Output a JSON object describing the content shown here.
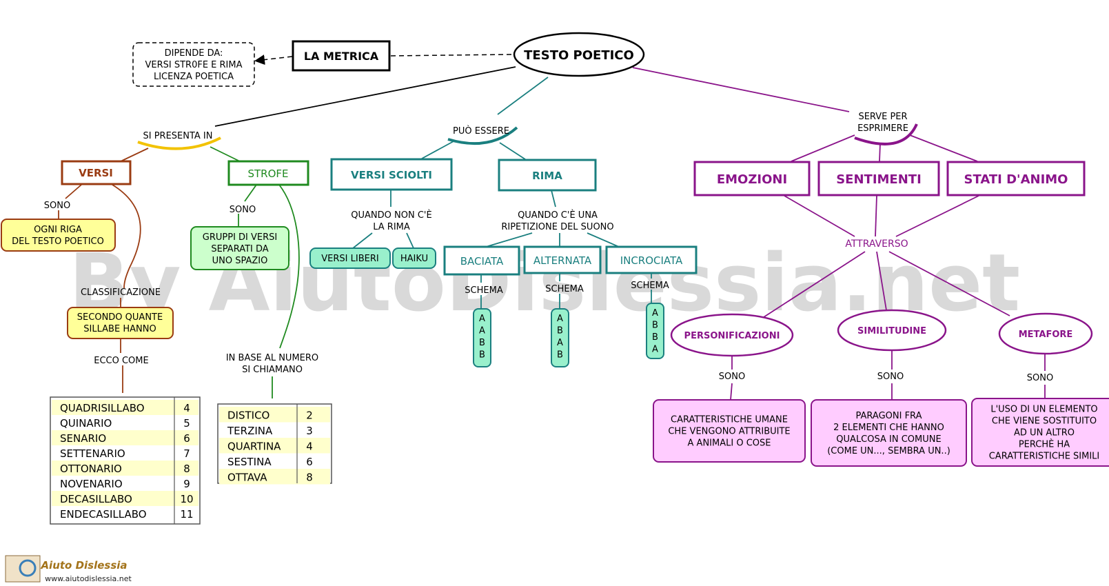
{
  "root": {
    "label": "TESTO POETICO"
  },
  "metrica": {
    "label": "LA METRICA",
    "dipende": [
      "DIPENDE DA:",
      "VERSI STR0FE E RIMA",
      "LICENZA POETICA"
    ]
  },
  "presenta": {
    "connector": "SI PRESENTA IN",
    "versi": {
      "label": "VERSI",
      "sono": "SONO",
      "def": [
        "OGNI RIGA",
        "DEL TESTO POETICO"
      ],
      "classificazione": "CLASSIFICAZIONE",
      "criterio": [
        "SECONDO QUANTE",
        "SILLABE HANNO"
      ],
      "ecco": "ECCO COME",
      "table": [
        {
          "name": "QUADRISILLABO",
          "n": "4"
        },
        {
          "name": "QUINARIO",
          "n": "5"
        },
        {
          "name": "SENARIO",
          "n": "6"
        },
        {
          "name": "SETTENARIO",
          "n": "7"
        },
        {
          "name": "OTTONARIO",
          "n": "8"
        },
        {
          "name": "NOVENARIO",
          "n": "9"
        },
        {
          "name": "DECASILLABO",
          "n": "10"
        },
        {
          "name": "ENDECASILLABO",
          "n": "11"
        }
      ]
    },
    "strofe": {
      "label": "STROFE",
      "sono": "SONO",
      "def": [
        "GRUPPI DI VERSI",
        "SEPARATI DA",
        "UNO SPAZIO"
      ],
      "base": [
        "IN BASE AL NUMERO",
        "SI CHIAMANO"
      ],
      "table": [
        {
          "name": "DISTICO",
          "n": "2"
        },
        {
          "name": "TERZINA",
          "n": "3"
        },
        {
          "name": "QUARTINA",
          "n": "4"
        },
        {
          "name": "SESTINA",
          "n": "6"
        },
        {
          "name": "OTTAVA",
          "n": "8"
        }
      ]
    }
  },
  "puo": {
    "connector": "PUÒ ESSERE",
    "sciolti": {
      "label": "VERSI SCIOLTI",
      "quando": [
        "QUANDO NON C'È",
        "LA RIMA"
      ],
      "liberi": "VERSI LIBERI",
      "haiku": "HAIKU"
    },
    "rima": {
      "label": "RIMA",
      "quando": [
        "QUANDO C'È UNA",
        "RIPETIZIONE DEL SUONO"
      ],
      "types": [
        {
          "label": "BACIATA",
          "schema": "SCHEMA",
          "letters": [
            "A",
            "A",
            "B",
            "B"
          ]
        },
        {
          "label": "ALTERNATA",
          "schema": "SCHEMA",
          "letters": [
            "A",
            "B",
            "A",
            "B"
          ]
        },
        {
          "label": "INCROCIATA",
          "schema": "SCHEMA",
          "letters": [
            "A",
            "B",
            "B",
            "A"
          ]
        }
      ]
    }
  },
  "serve": {
    "connector": [
      "SERVE PER",
      "ESPRIMERE"
    ],
    "items": [
      "EMOZIONI",
      "SENTIMENTI",
      "STATI D'ANIMO"
    ],
    "attraverso": "ATTRAVERSO",
    "figures": [
      {
        "label": "PERSONIFICAZIONI",
        "sono": "SONO",
        "def": [
          "CARATTERISTICHE UMANE",
          "CHE VENGONO ATTRIBUITE",
          "A ANIMALI O COSE"
        ]
      },
      {
        "label": "SIMILITUDINE",
        "sono": "SONO",
        "def": [
          "PARAGONI FRA",
          "2 ELEMENTI CHE HANNO",
          "QUALCOSA IN COMUNE",
          "(COME UN..., SEMBRA UN..)"
        ]
      },
      {
        "label": "METAFORE",
        "sono": "SONO",
        "def": [
          "L'USO DI UN ELEMENTO",
          "CHE VIENE SOSTITUITO",
          "AD UN ALTRO",
          "PERCHÈ HA",
          "CARATTERISTICHE SIMILI"
        ]
      }
    ]
  },
  "watermark": "By AiutoDislessia.net",
  "logo": {
    "title": "Aiuto Dislessia",
    "url": "www.aiutodislessia.net"
  },
  "colors": {
    "brown": "#9a3b12",
    "green": "#1f8a1f",
    "teal": "#1a7f7f",
    "purple": "#8a148a",
    "yellow": "#ffff99",
    "lightgreen": "#ccffcc",
    "mint": "#99f0cc",
    "pink": "#ffccff"
  }
}
